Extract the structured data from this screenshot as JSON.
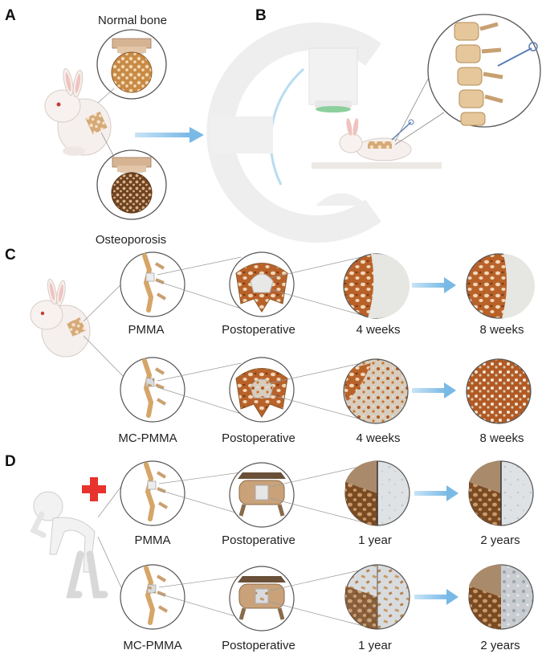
{
  "panels": {
    "a": {
      "letter": "A",
      "normal_label": "Normal bone",
      "osteo_label": "Osteoporosis"
    },
    "b": {
      "letter": "B"
    },
    "c": {
      "letter": "C",
      "rows": [
        {
          "material": "PMMA",
          "stage1": "Postoperative",
          "stage2": "4 weeks",
          "stage3": "8 weeks"
        },
        {
          "material": "MC-PMMA",
          "stage1": "Postoperative",
          "stage2": "4 weeks",
          "stage3": "8 weeks"
        }
      ]
    },
    "d": {
      "letter": "D",
      "rows": [
        {
          "material": "PMMA",
          "stage1": "Postoperative",
          "stage2": "1 year",
          "stage3": "2 years"
        },
        {
          "material": "MC-PMMA",
          "stage1": "Postoperative",
          "stage2": "1 year",
          "stage3": "2 years"
        }
      ]
    }
  },
  "colors": {
    "arrow": "#8fc6ea",
    "bone": "#d9a86a",
    "bone_dark": "#8a5a2b",
    "cement": "#e6e6e2",
    "cross": "#e8322d"
  }
}
